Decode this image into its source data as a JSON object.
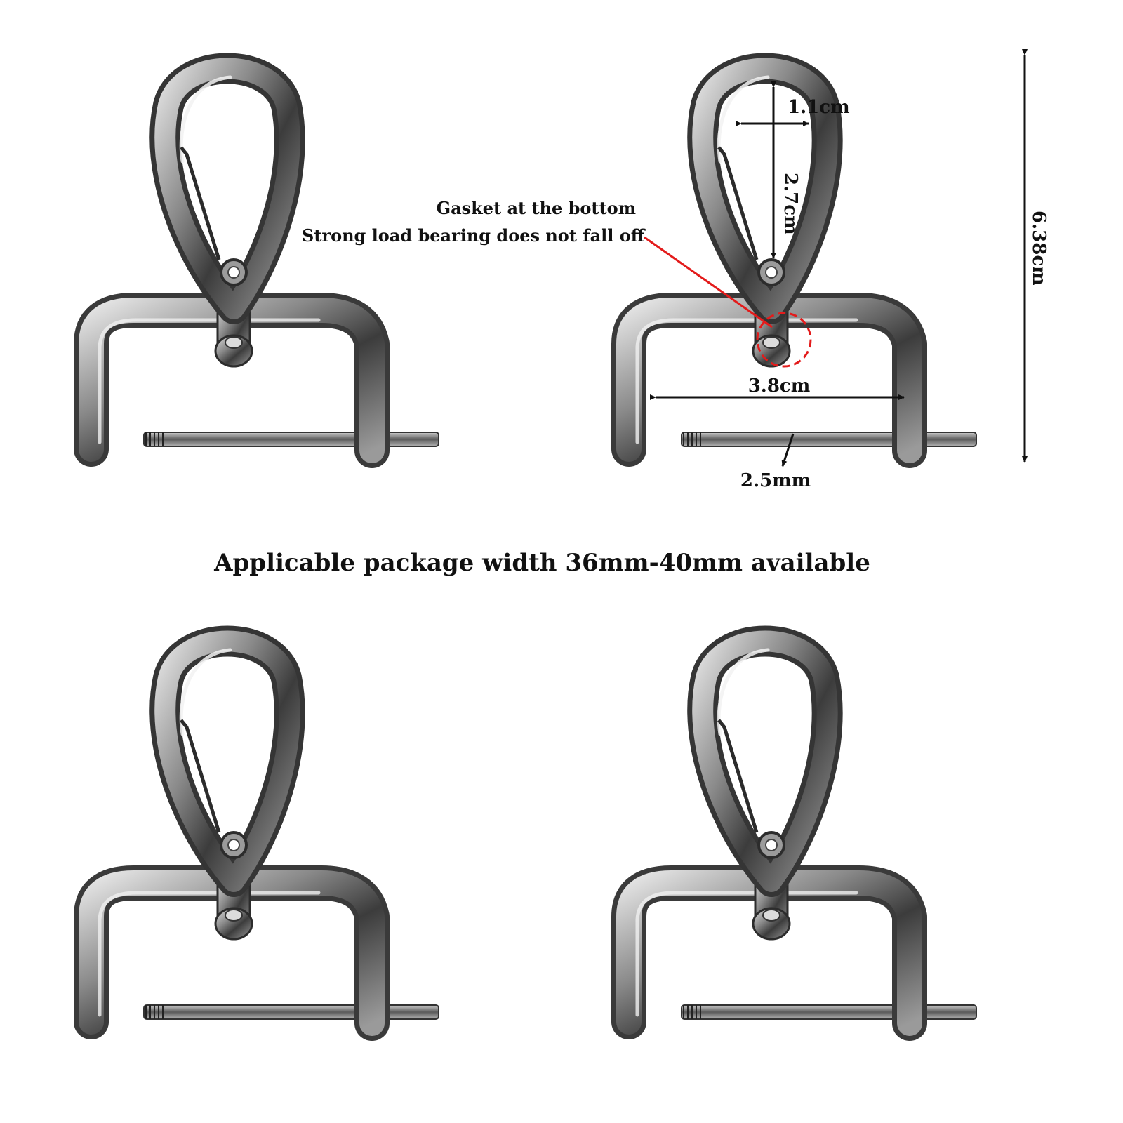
{
  "caption": "Applicable package width 36mm-40mm available",
  "callout": {
    "line1": "Gasket at the bottom",
    "line2": "Strong load bearing does not fall off"
  },
  "dimensions": {
    "loop_width": "1.1cm",
    "loop_height": "2.7cm",
    "total_height": "6.38cm",
    "inner_width": "3.8cm",
    "pin_diameter": "2.5mm"
  },
  "colors": {
    "metal_dark": "#3a3a3a",
    "metal_mid": "#7d7d7d",
    "metal_light": "#d9d9d9",
    "highlight_red": "#e31b1b"
  },
  "items": [
    {
      "name": "swivel-snap-hook-top-left"
    },
    {
      "name": "swivel-snap-hook-top-right"
    },
    {
      "name": "swivel-snap-hook-bottom-left"
    },
    {
      "name": "swivel-snap-hook-bottom-right"
    }
  ]
}
